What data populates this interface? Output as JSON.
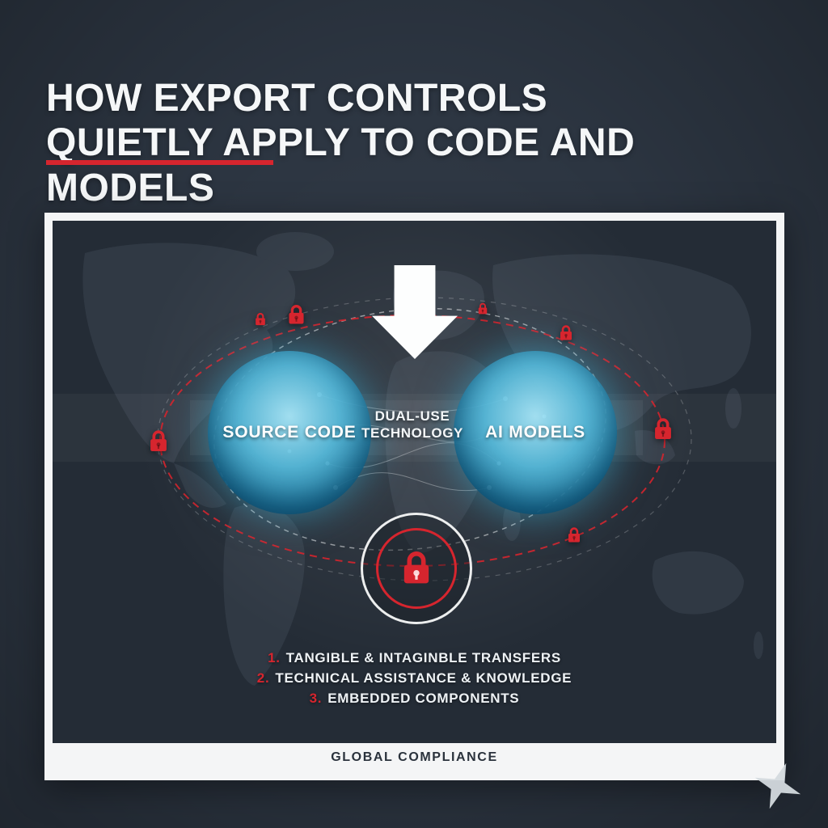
{
  "header": {
    "title_line1": "HOW EXPORT CONTROLS",
    "title_line2": "QUIETLY APPLY TO CODE AND MODELS"
  },
  "diagram": {
    "left_node_label": "SOURCE CODE",
    "right_node_label": "AI MODELS",
    "center_label_line1": "DUAL-USE",
    "center_label_line2": "TECHNOLOGY",
    "transfer_list": [
      {
        "number": "1.",
        "text": "TANGIBLE & INTAGINBLE TRANSFERS"
      },
      {
        "number": "2.",
        "text": "TECHNICAL ASSISTANCE & KNOWLEDGE"
      },
      {
        "number": "3.",
        "text": "EMBEDDED COMPONENTS"
      }
    ],
    "footer_label": "GLOBAL COMPLIANCE"
  },
  "icons": {
    "padlock_icon": "padlock",
    "down_arrow_icon": "arrow-down",
    "corner_spark_icon": "four-point-star"
  },
  "colors": {
    "background": "#2c3541",
    "panel_interior": "#242c36",
    "accent_red": "#d6252e",
    "node_teal": "#35a9cc",
    "text_white": "#ffffff"
  }
}
